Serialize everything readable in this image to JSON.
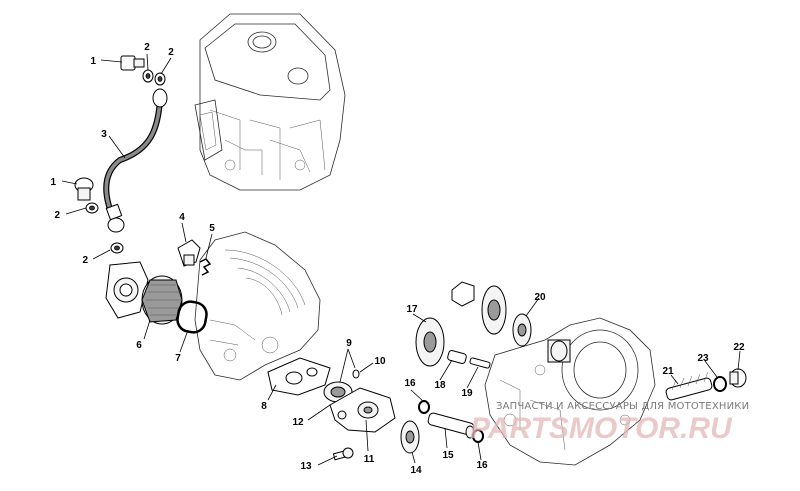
{
  "callouts": [
    {
      "id": "1a",
      "label": "1"
    },
    {
      "id": "2a",
      "label": "2"
    },
    {
      "id": "2b",
      "label": "2"
    },
    {
      "id": "3",
      "label": "3"
    },
    {
      "id": "1b",
      "label": "1"
    },
    {
      "id": "2c",
      "label": "2"
    },
    {
      "id": "2d",
      "label": "2"
    },
    {
      "id": "4",
      "label": "4"
    },
    {
      "id": "5",
      "label": "5"
    },
    {
      "id": "6",
      "label": "6"
    },
    {
      "id": "7",
      "label": "7"
    },
    {
      "id": "8",
      "label": "8"
    },
    {
      "id": "9",
      "label": "9"
    },
    {
      "id": "10",
      "label": "10"
    },
    {
      "id": "11",
      "label": "11"
    },
    {
      "id": "12",
      "label": "12"
    },
    {
      "id": "13",
      "label": "13"
    },
    {
      "id": "14",
      "label": "14"
    },
    {
      "id": "15",
      "label": "15"
    },
    {
      "id": "16a",
      "label": "16"
    },
    {
      "id": "16b",
      "label": "16"
    },
    {
      "id": "17",
      "label": "17"
    },
    {
      "id": "18",
      "label": "18"
    },
    {
      "id": "19",
      "label": "19"
    },
    {
      "id": "20",
      "label": "20"
    },
    {
      "id": "21",
      "label": "21"
    },
    {
      "id": "22",
      "label": "22"
    },
    {
      "id": "23",
      "label": "23"
    }
  ],
  "watermark": {
    "text": "ЗАПЧАСТИ И АКСЕССУАРЫ ДЛЯ МОТОТЕХНИКИ",
    "logo": "PARTSMOTOR.RU"
  },
  "colors": {
    "line": "#000000",
    "watermark_text": "#7a7a7a",
    "watermark_logo": "#e6b8b8"
  }
}
